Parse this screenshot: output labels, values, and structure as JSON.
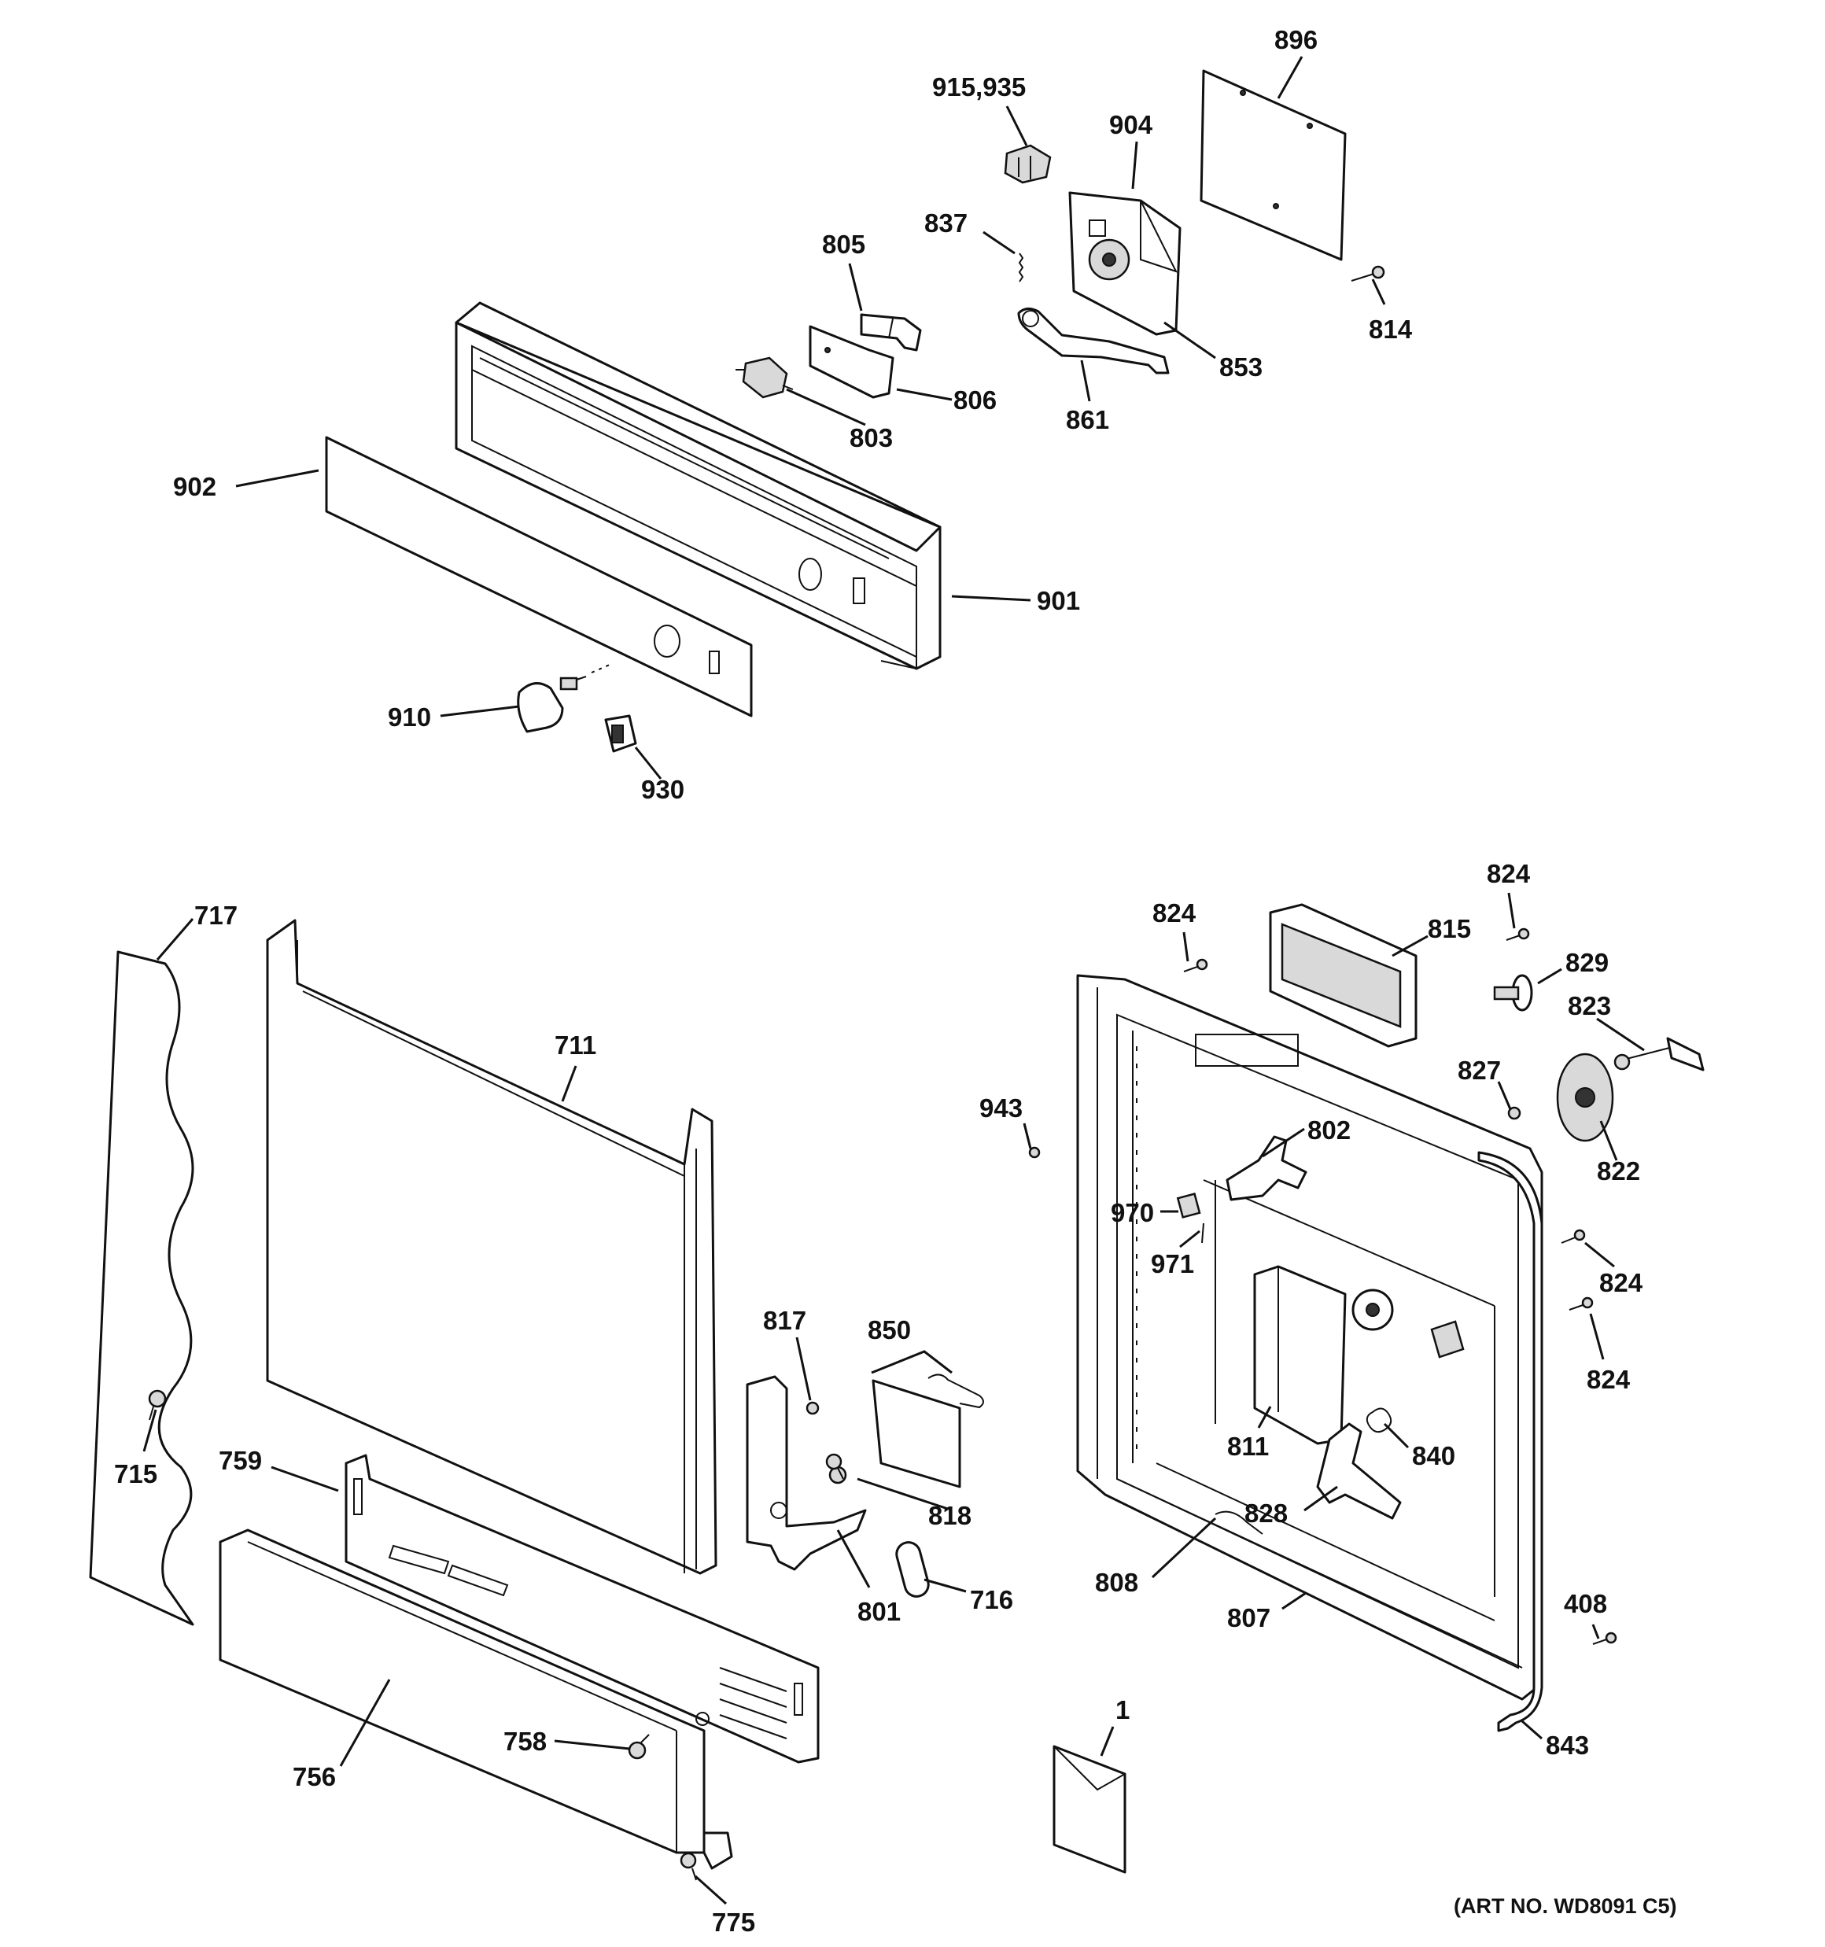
{
  "labels": {
    "l896": "896",
    "l915": "915,935",
    "l904": "904",
    "l837": "837",
    "l805": "805",
    "l814": "814",
    "l853": "853",
    "l806": "806",
    "l861": "861",
    "l803": "803",
    "l902": "902",
    "l901": "901",
    "l910": "910",
    "l930": "930",
    "l717": "717",
    "l711": "711",
    "l715": "715",
    "l759": "759",
    "l756": "756",
    "l758": "758",
    "l775": "775",
    "l817": "817",
    "l850": "850",
    "l818": "818",
    "l801": "801",
    "l716": "716",
    "l824a": "824",
    "l824b": "824",
    "l815": "815",
    "l829": "829",
    "l823": "823",
    "l827": "827",
    "l943": "943",
    "l802": "802",
    "l822": "822",
    "l970": "970",
    "l971": "971",
    "l824c": "824",
    "l824d": "824",
    "l811": "811",
    "l840": "840",
    "l828": "828",
    "l808": "808",
    "l807": "807",
    "l408": "408",
    "l843": "843",
    "l1": "1"
  },
  "art_number": "(ART NO. WD8091 C5)"
}
